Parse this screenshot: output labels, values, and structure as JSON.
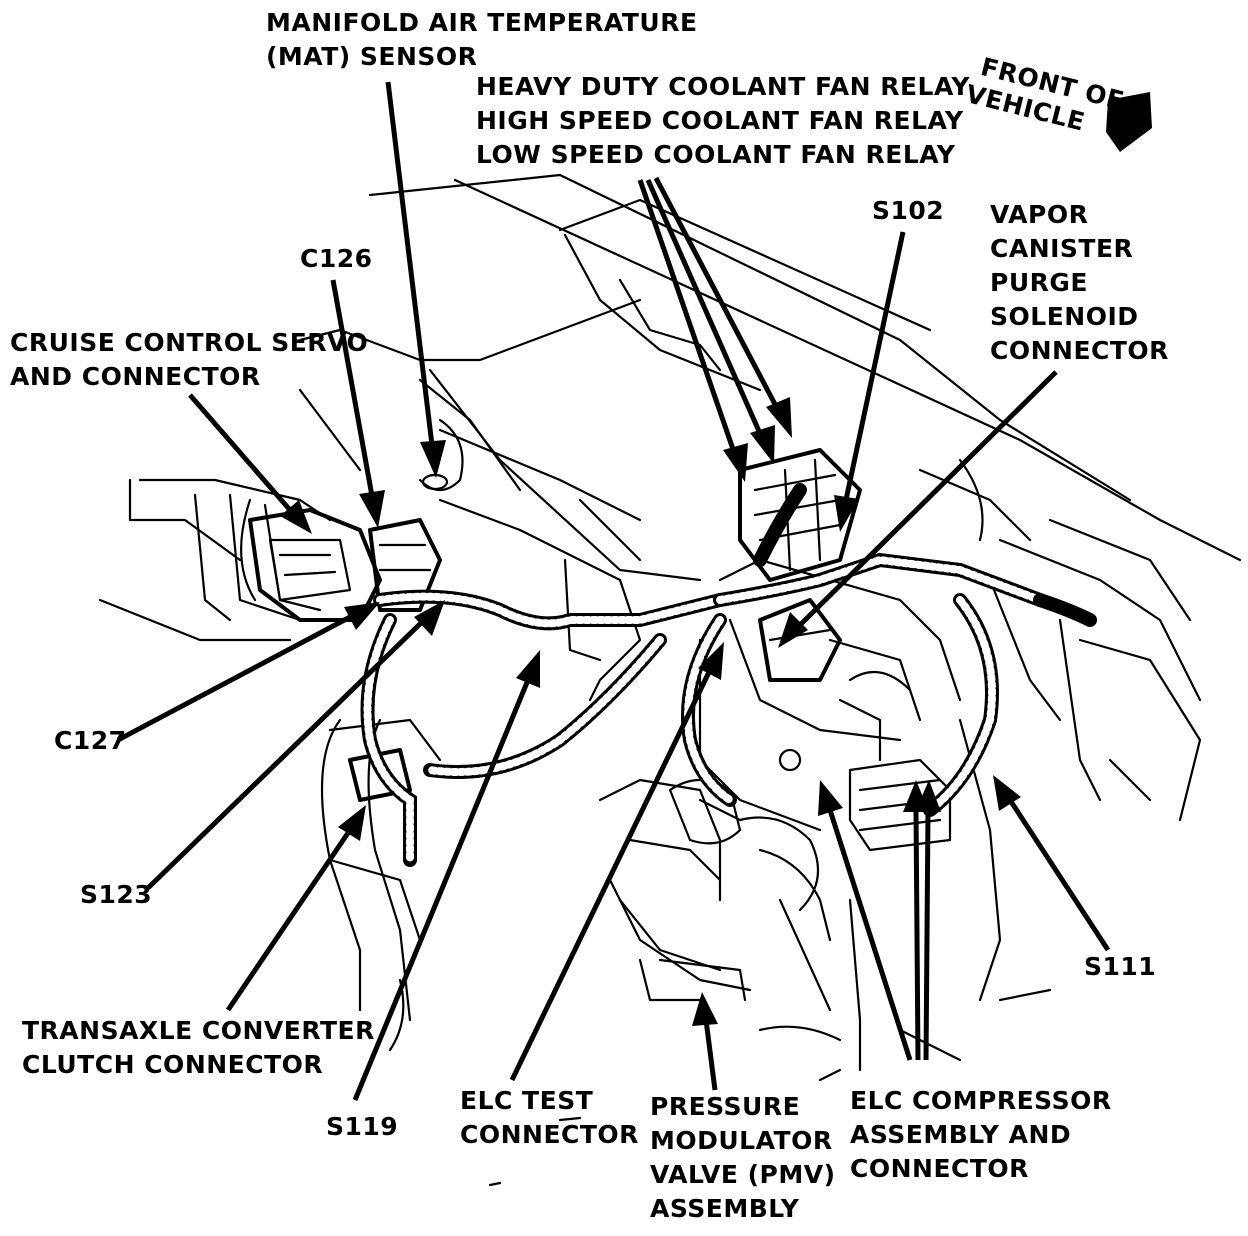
{
  "labels": {
    "mat_sensor": [
      "MANIFOLD AIR TEMPERATURE",
      "(MAT) SENSOR"
    ],
    "fan_relays": [
      "HEAVY DUTY COOLANT FAN RELAY",
      "HIGH SPEED COOLANT FAN RELAY",
      "LOW SPEED COOLANT FAN RELAY"
    ],
    "front_of_vehicle": [
      "FRONT OF",
      "VEHICLE"
    ],
    "s102": "S102",
    "vapor_canister": [
      "VAPOR",
      "CANISTER",
      "PURGE",
      "SOLENOID",
      "CONNECTOR"
    ],
    "c126": "C126",
    "cruise_control": [
      "CRUISE CONTROL SERVO",
      "AND CONNECTOR"
    ],
    "c127": "C127",
    "s123": "S123",
    "transaxle": [
      "TRANSAXLE CONVERTER",
      "CLUTCH CONNECTOR"
    ],
    "s119": "S119",
    "elc_test": [
      "ELC TEST",
      "CONNECTOR"
    ],
    "pmv": [
      "PRESSURE",
      "MODULATOR",
      "VALVE (PMV)",
      "ASSEMBLY"
    ],
    "elc_compressor": [
      "ELC COMPRESSOR",
      "ASSEMBLY AND",
      "CONNECTOR"
    ],
    "s111": "S111"
  }
}
